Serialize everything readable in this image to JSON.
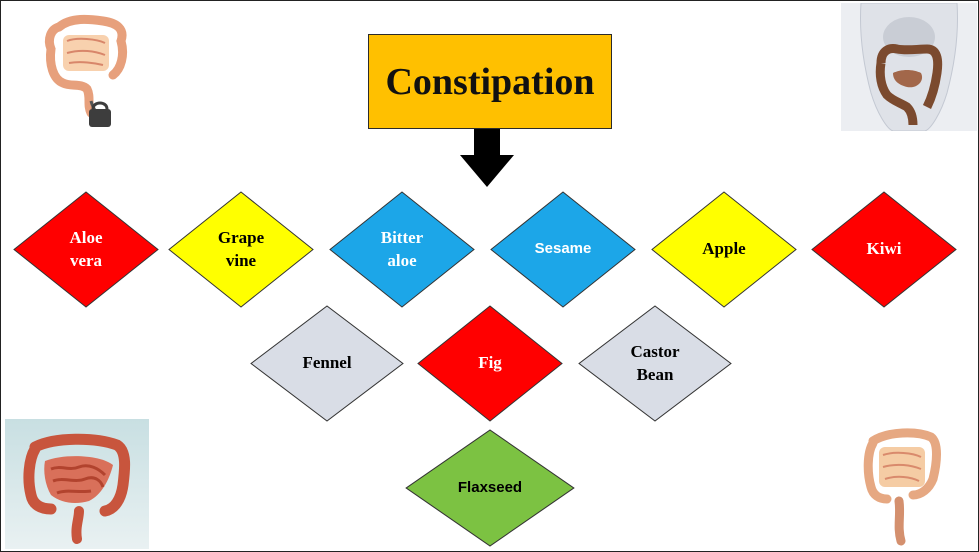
{
  "diagram": {
    "title": "Constipation",
    "title_color": "#ffc000",
    "arrow_color": "#000000",
    "herbs_row1": [
      {
        "label": "Aloe\nvera",
        "color": "#ff0000",
        "text_color": "#ffffff"
      },
      {
        "label": "Grape\nvine",
        "color": "#ffff00",
        "text_color": "#000000"
      },
      {
        "label": "Bitter\naloe",
        "color": "#1ca6e8",
        "text_color": "#ffffff"
      },
      {
        "label": "Sesame",
        "color": "#1ca6e8",
        "text_color": "#ffffff"
      },
      {
        "label": "Apple",
        "color": "#ffff00",
        "text_color": "#000000"
      },
      {
        "label": "Kiwi",
        "color": "#ff0000",
        "text_color": "#ffffff"
      }
    ],
    "herbs_row2": [
      {
        "label": "Fennel",
        "color": "#d9dde6",
        "text_color": "#000000"
      },
      {
        "label": "Fig",
        "color": "#ff0000",
        "text_color": "#ffffff"
      },
      {
        "label": "Castor\nBean",
        "color": "#d9dde6",
        "text_color": "#000000"
      }
    ],
    "herbs_row3": [
      {
        "label": "Flaxseed",
        "color": "#7cc242",
        "text_color": "#000000"
      }
    ]
  },
  "images": {
    "top_left": "intestine-with-padlock-icon",
    "top_right": "torso-with-colon-icon",
    "bottom_left": "large-intestine-icon",
    "bottom_right": "colon-outline-icon"
  }
}
